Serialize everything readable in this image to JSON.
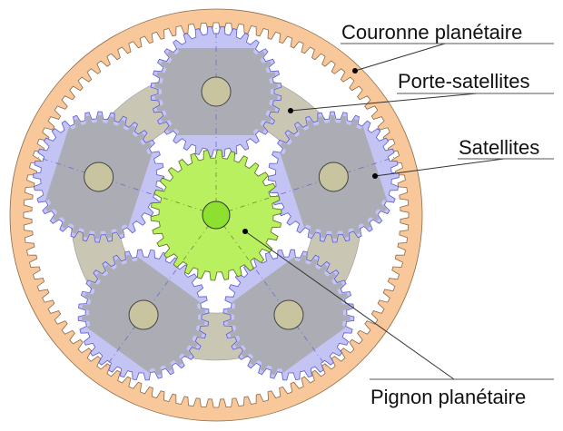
{
  "labels": {
    "ring": "Couronne planétaire",
    "carrier": "Porte-satellites",
    "planets": "Satellites",
    "sun": "Pignon planétaire"
  },
  "colors": {
    "ring": "#f8c89a",
    "carrier": "#c9c6b4",
    "carrier_arm": "#a8a8a8",
    "planet": "#c4c4f4",
    "planet_outline": "#5a5ad0",
    "sun": "#b8f060",
    "sun_hub": "#8ee030",
    "planet_hub": "#c8c4a0"
  }
}
